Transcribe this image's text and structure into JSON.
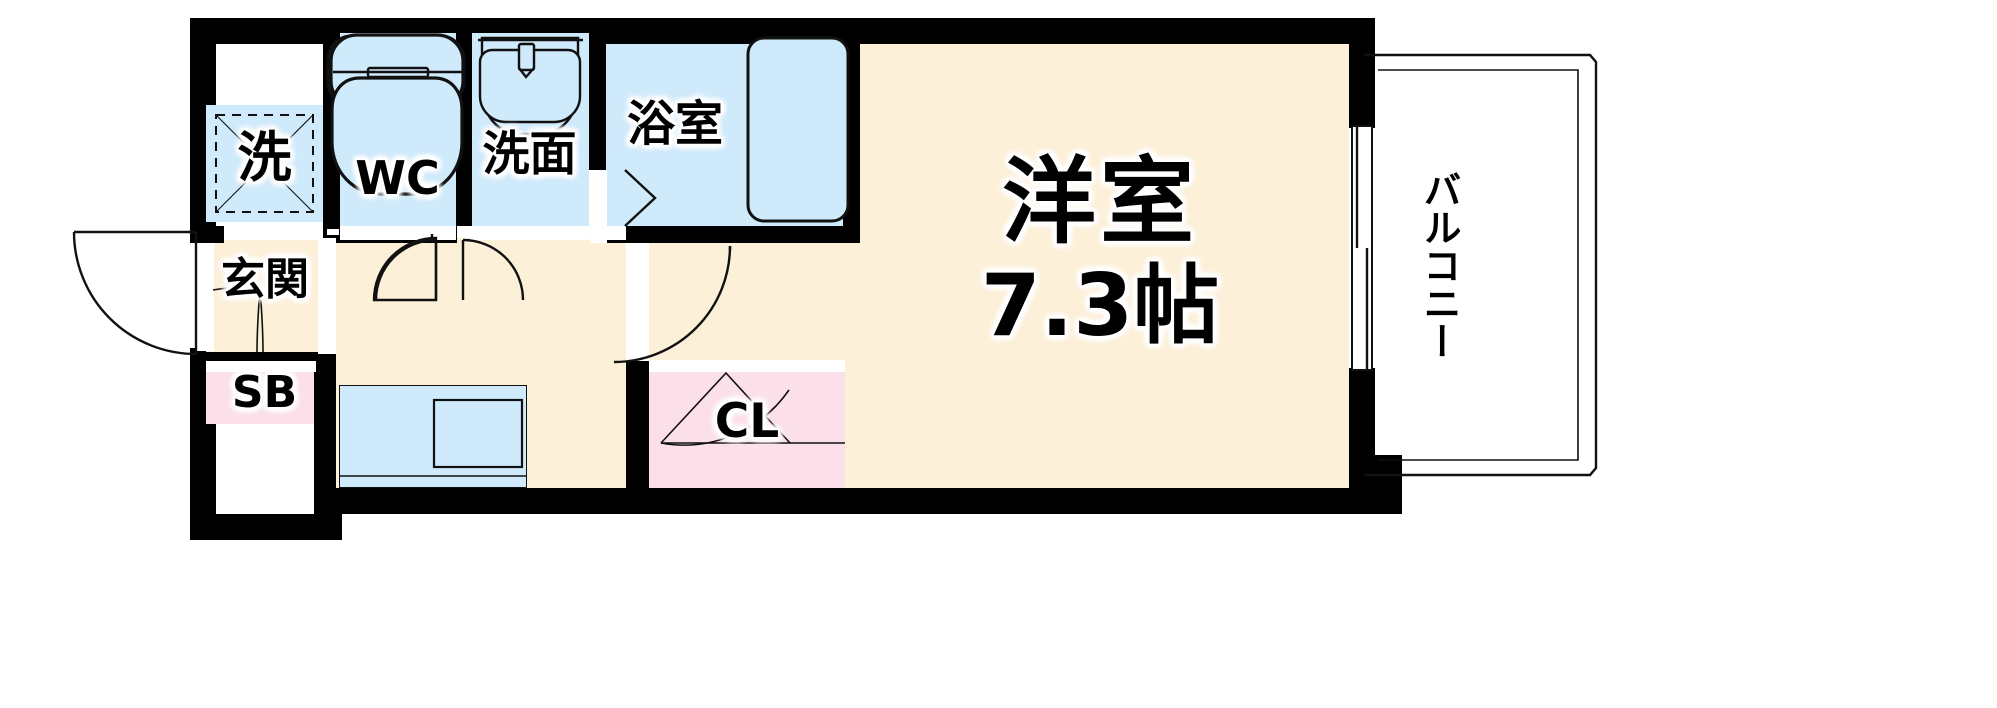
{
  "plan": {
    "type": "japanese-apartment-floor-plan",
    "unit_layout": "1K",
    "colors": {
      "wall": "#000000",
      "wet_area": "#cfeafb",
      "living_area": "#fdf0d9",
      "storage_area": "#fbe0ea",
      "outline": "#111111",
      "background": "#ffffff"
    },
    "rooms": [
      {
        "id": "washer",
        "label": "洗",
        "fill": "wet",
        "note": "washing-machine-space"
      },
      {
        "id": "wc",
        "label": "WC",
        "fill": "wet",
        "note": "toilet"
      },
      {
        "id": "vanity",
        "label": "洗面",
        "fill": "wet",
        "note": "wash-basin"
      },
      {
        "id": "bath",
        "label": "浴室",
        "fill": "wet",
        "note": "bathroom"
      },
      {
        "id": "entrance",
        "label": "玄関",
        "fill": "living",
        "note": "entrance-genkan"
      },
      {
        "id": "shoebox",
        "label": "SB",
        "fill": "storage",
        "note": "shoe-box"
      },
      {
        "id": "closet",
        "label": "CL",
        "fill": "storage",
        "note": "closet"
      },
      {
        "id": "western",
        "label": "洋室",
        "fill": "living",
        "note": "western-style-room"
      },
      {
        "id": "balcony",
        "label": "バルコニー",
        "fill": "white",
        "note": "balcony"
      }
    ],
    "room_size": {
      "room_name": "洋室",
      "area_value": "7.3",
      "area_unit": "帖",
      "area_text": "7.3帖"
    },
    "labels": {
      "washer": "洗",
      "wc": "WC",
      "vanity": "洗面",
      "bath": "浴室",
      "entrance": "玄関",
      "shoebox": "SB",
      "closet": "CL",
      "western_name": "洋室",
      "western_area": "7.3帖",
      "balcony": "バルコニー"
    },
    "fixtures": [
      {
        "name": "toilet",
        "room": "wc"
      },
      {
        "name": "wash-basin",
        "room": "vanity"
      },
      {
        "name": "bathtub",
        "room": "bath"
      },
      {
        "name": "kitchen-sink",
        "room": "kitchen"
      },
      {
        "name": "washer-pan",
        "room": "washer"
      }
    ],
    "door_symbols": [
      {
        "name": "entrance-door-swing",
        "type": "single-swing"
      },
      {
        "name": "wc-door-swing",
        "type": "single-swing"
      },
      {
        "name": "vanity-door-swing",
        "type": "single-swing"
      },
      {
        "name": "room-door-swing",
        "type": "single-swing"
      },
      {
        "name": "bath-door",
        "type": "folding"
      },
      {
        "name": "closet-door",
        "type": "folding"
      },
      {
        "name": "balcony-window",
        "type": "sliding-glass"
      }
    ]
  }
}
